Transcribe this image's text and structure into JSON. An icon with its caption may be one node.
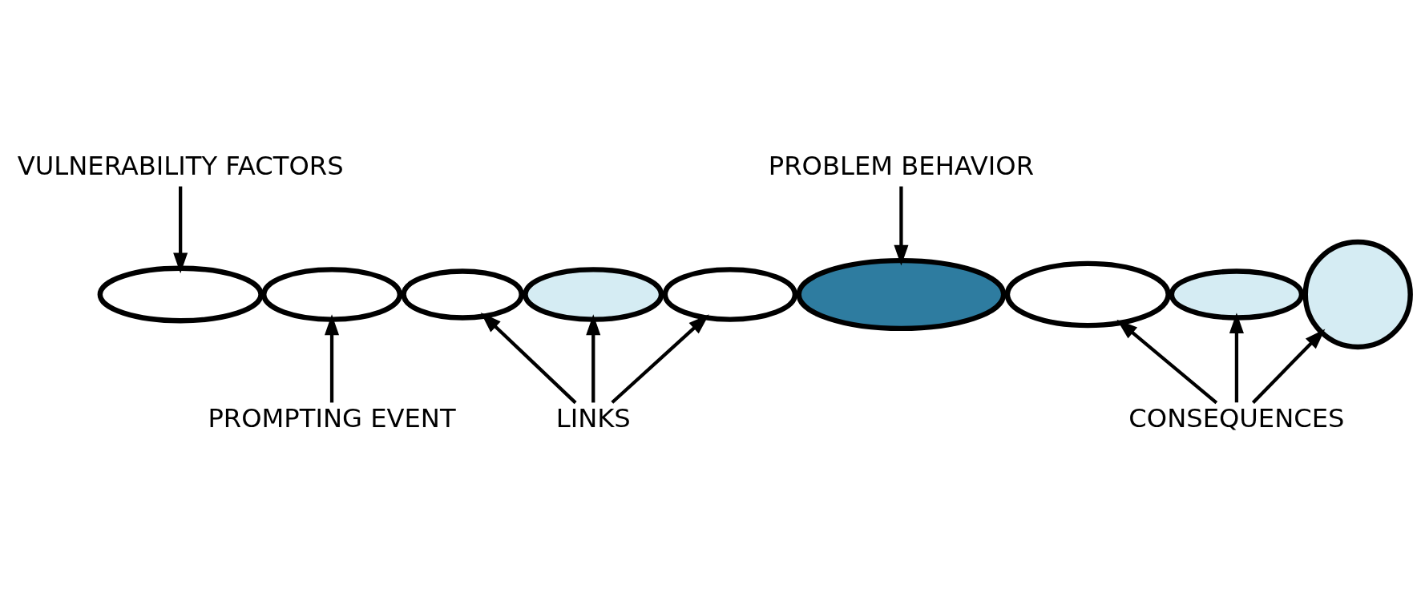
{
  "diagram": {
    "nodes": [
      {
        "text": [],
        "shape": "ellipse"
      },
      {
        "text": [],
        "shape": "ellipse"
      },
      {
        "text": [],
        "shape": "ellipse"
      },
      {
        "text": [],
        "shape": "ellipse"
      },
      {
        "text": [],
        "shape": "ellipse"
      },
      {
        "text": [],
        "shape": "ellipse"
      },
      {
        "text": [],
        "shape": "ellipse"
      },
      {
        "text": [],
        "shape": "ellipse"
      },
      {
        "text": [],
        "shape": "circle"
      },
      {
        "text": [
          "VULNERABILITY FACTORS"
        ]
      },
      {
        "text": [
          "PROBLEM BEHAVIOR"
        ]
      },
      {
        "text": [
          "PROMPTING EVENT"
        ]
      },
      {
        "text": [
          "LINKS"
        ]
      },
      {
        "text": [
          "CONSEQUENCES"
        ]
      }
    ],
    "edges": [
      {
        "from": 9,
        "to": 0,
        "arrow": "to"
      },
      {
        "from": 10,
        "to": 5,
        "arrow": "to"
      },
      {
        "from": 11,
        "to": 1,
        "arrow": "to"
      },
      {
        "from": 12,
        "to": 2,
        "arrow": "to"
      },
      {
        "from": 12,
        "to": 3,
        "arrow": "to"
      },
      {
        "from": 12,
        "to": 4,
        "arrow": "to"
      },
      {
        "from": 13,
        "to": 6,
        "arrow": "to"
      },
      {
        "from": 13,
        "to": 7,
        "arrow": "to"
      },
      {
        "from": 13,
        "to": 8,
        "arrow": "to"
      }
    ]
  }
}
